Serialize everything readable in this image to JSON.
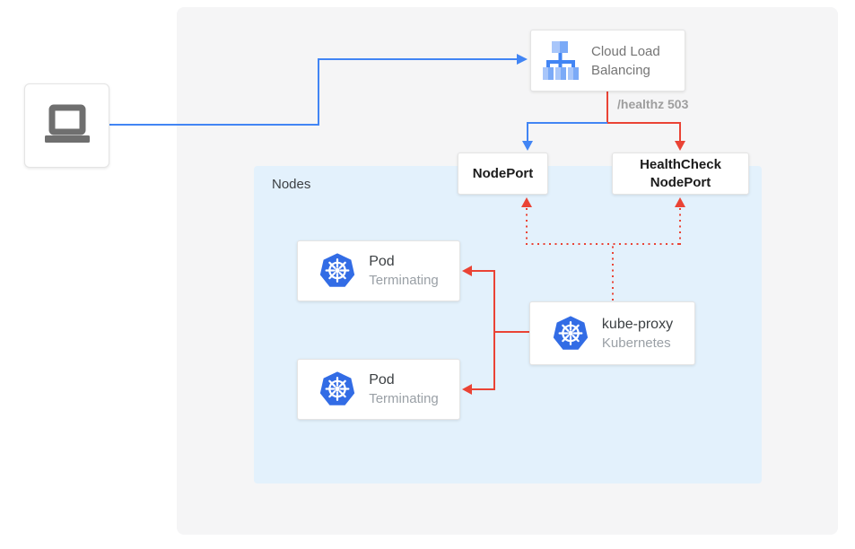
{
  "diagram": {
    "nodes_panel": {
      "label": "Nodes"
    },
    "client": {
      "icon": "laptop-icon"
    },
    "load_balancer": {
      "label": "Cloud Load Balancing",
      "icon": "cloud-load-balancing-icon"
    },
    "health_check_annotation": "/healthz 503",
    "nodeport": {
      "label": "NodePort"
    },
    "healthcheck_nodeport": {
      "line1": "HealthCheck",
      "line2": "NodePort"
    },
    "pods": [
      {
        "title": "Pod",
        "status": "Terminating",
        "icon": "kubernetes-helm-icon"
      },
      {
        "title": "Pod",
        "status": "Terminating",
        "icon": "kubernetes-helm-icon"
      }
    ],
    "kube_proxy": {
      "title": "kube-proxy",
      "subtitle": "Kubernetes",
      "icon": "kubernetes-helm-icon"
    },
    "colors": {
      "blue_line": "#4285F4",
      "red_line": "#EA4335",
      "nodes_panel_bg": "#E3F1FC",
      "outer_panel_bg": "#F5F5F6",
      "kubernetes_blue": "#326CE5",
      "lb_icon_light": "#A8C6FA",
      "lb_icon_medium": "#7BAAF7",
      "lb_icon_dark": "#4285F4"
    }
  }
}
